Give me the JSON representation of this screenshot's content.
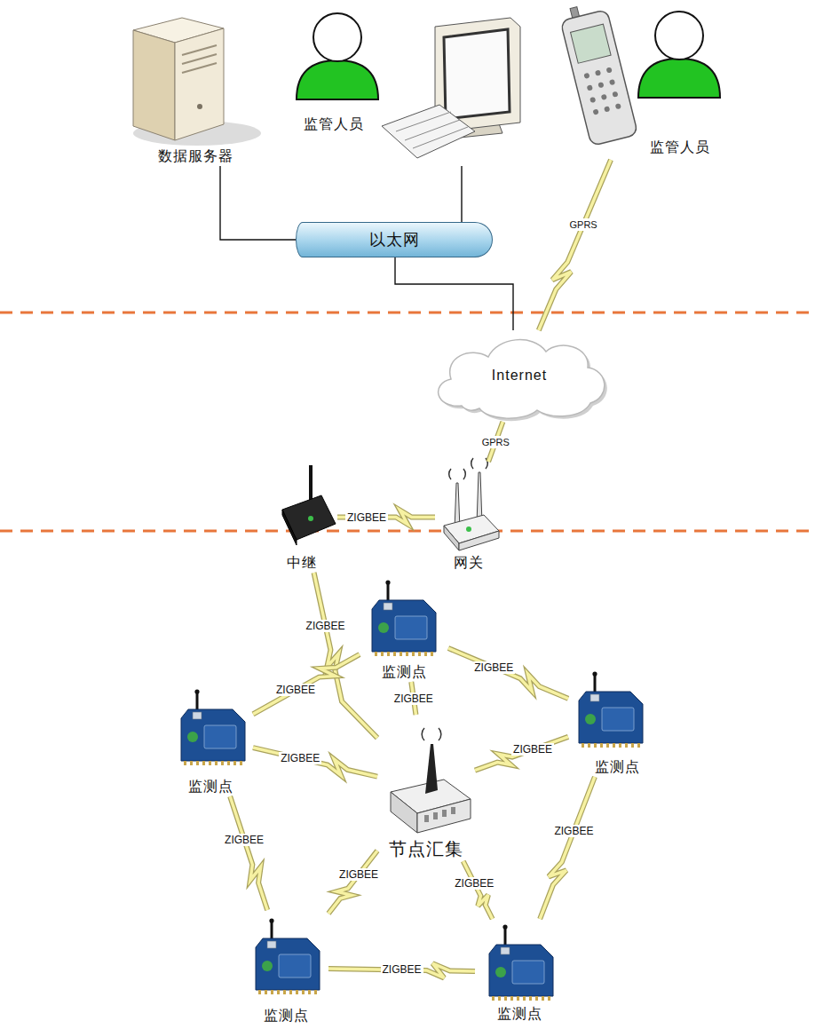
{
  "diagram": {
    "nodes": [
      {
        "text": [
          "数据服务器"
        ]
      },
      {
        "text": [
          "监管人员"
        ]
      },
      {
        "text": [
          "监管人员"
        ]
      },
      {
        "text": [
          "以太网"
        ]
      },
      {
        "text": [
          "Internet"
        ]
      },
      {
        "text": [
          "中继"
        ]
      },
      {
        "text": [
          "网关"
        ]
      },
      {
        "text": [
          "监测点"
        ]
      },
      {
        "text": [
          "监测点"
        ]
      },
      {
        "text": [
          "监测点"
        ]
      },
      {
        "text": [
          "节点汇集"
        ]
      },
      {
        "text": [
          "监测点"
        ]
      },
      {
        "text": [
          "监测点"
        ]
      }
    ],
    "edges": [
      {
        "from": 0,
        "to": 3,
        "arrow": "none"
      },
      {
        "from": 1,
        "to": 3,
        "arrow": "none"
      },
      {
        "from": 3,
        "to": 4,
        "arrow": "none"
      },
      {
        "from": 2,
        "to": 4,
        "label": "GPRS",
        "arrow": "none"
      },
      {
        "from": 4,
        "to": 6,
        "label": "GPRS",
        "arrow": "none"
      },
      {
        "from": 5,
        "to": 6,
        "label": "ZIGBEE",
        "arrow": "none"
      },
      {
        "from": 5,
        "to": 10,
        "label": "ZIGBEE",
        "arrow": "none"
      },
      {
        "from": 7,
        "to": 9,
        "label": "ZIGBEE",
        "arrow": "none"
      },
      {
        "from": 7,
        "to": 10,
        "label": "ZIGBEE",
        "arrow": "none"
      },
      {
        "from": 7,
        "to": 8,
        "label": "ZIGBEE",
        "arrow": "none"
      },
      {
        "from": 8,
        "to": 10,
        "label": "ZIGBEE",
        "arrow": "none"
      },
      {
        "from": 9,
        "to": 10,
        "label": "ZIGBEE",
        "arrow": "none"
      },
      {
        "from": 8,
        "to": 11,
        "label": "ZIGBEE",
        "arrow": "none"
      },
      {
        "from": 10,
        "to": 11,
        "label": "ZIGBEE",
        "arrow": "none"
      },
      {
        "from": 11,
        "to": 12,
        "label": "ZIGBEE",
        "arrow": "none"
      },
      {
        "from": 10,
        "to": 12,
        "label": "ZIGBEE",
        "arrow": "none"
      },
      {
        "from": 9,
        "to": 12,
        "label": "ZIGBEE",
        "arrow": "none"
      }
    ]
  }
}
